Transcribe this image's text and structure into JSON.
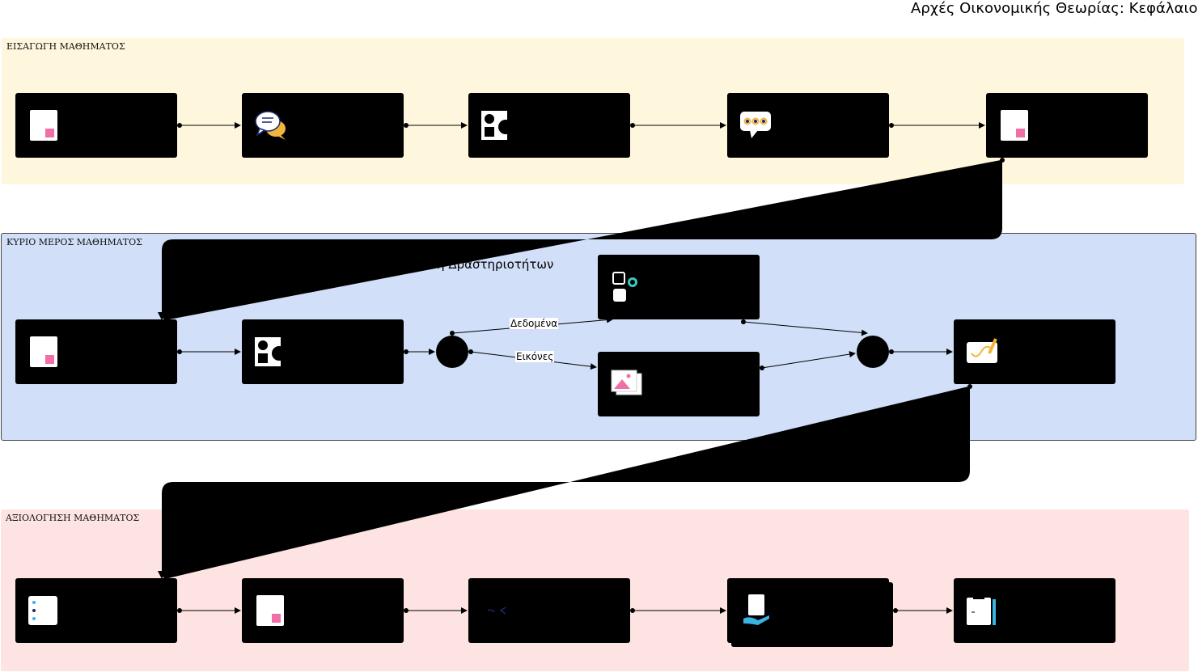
{
  "diagram": {
    "title": "Αρχές Οικονομικής Θεωρίας: Κεφάλαιο",
    "lanes": [
      {
        "id": "intro",
        "label": "ΕΙΣΑΓΩΓΗ ΜΑΘΗΜΑΤΟΣ",
        "color": "#fff7dd"
      },
      {
        "id": "main",
        "label": "ΚΥΡΙΟ ΜΕΡΟΣ ΜΑΘΗΜΑΤΟΣ",
        "color": "#d2dff8"
      },
      {
        "id": "eval",
        "label": "ΑΞΙΟΛΟΓΗΣΗ ΜΑΘΗΜΑΤΟΣ",
        "color": "#fde3e1"
      }
    ],
    "group_label": "ωση Δραστηριοτήτων",
    "edge_labels": {
      "data": "Δεδομένα",
      "images": "Εικόνες"
    },
    "nodes": [
      {
        "id": "i1",
        "icon": "document-icon",
        "text": ""
      },
      {
        "id": "i2",
        "icon": "chat-bubbles-icon",
        "text": ""
      },
      {
        "id": "i3",
        "icon": "shapes-icon",
        "text": ""
      },
      {
        "id": "i4",
        "icon": "speech-bubble-icon",
        "text": ""
      },
      {
        "id": "i5",
        "icon": "document-icon",
        "text": ""
      },
      {
        "id": "m1",
        "icon": "document-icon",
        "text": ""
      },
      {
        "id": "m2",
        "icon": "shapes-icon",
        "text": ""
      },
      {
        "id": "m3",
        "icon": "database-icon",
        "text": ""
      },
      {
        "id": "m4",
        "icon": "image-icon",
        "text": ""
      },
      {
        "id": "m5",
        "icon": "pencil-note-icon",
        "text": ""
      },
      {
        "id": "e1",
        "icon": "list-icon",
        "text": ""
      },
      {
        "id": "e2",
        "icon": "document-icon",
        "text": ""
      },
      {
        "id": "e3",
        "icon": "code-brackets-icon",
        "text": ""
      },
      {
        "id": "e4",
        "icon": "hand-document-icon",
        "text": ""
      },
      {
        "id": "e5",
        "icon": "clipboard-pen-icon",
        "text": ""
      }
    ],
    "colors": {
      "node": "#000000",
      "accent_pink": "#f06fa6",
      "accent_teal": "#3bc9c0",
      "accent_yellow": "#f2b53c"
    }
  }
}
